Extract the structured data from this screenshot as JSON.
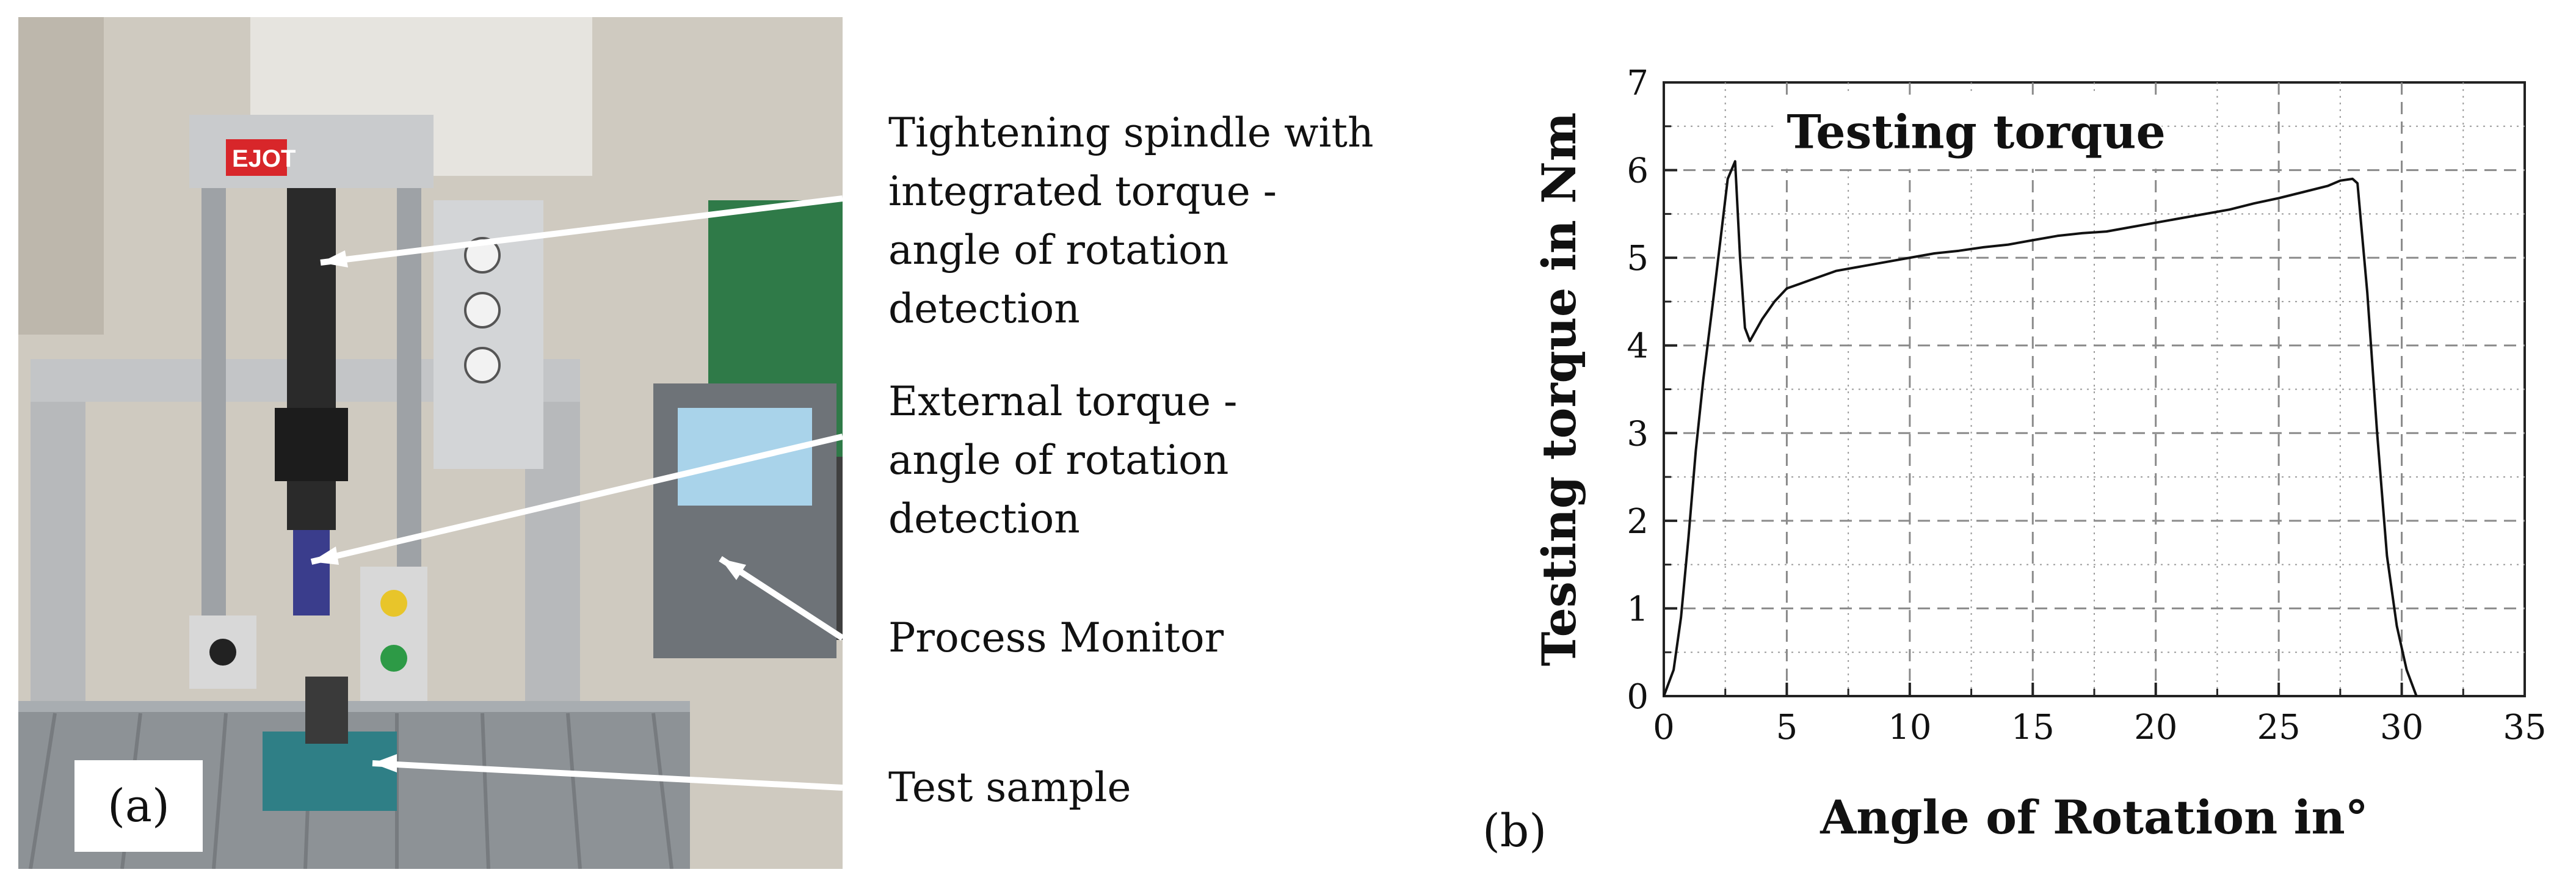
{
  "panel_a": {
    "tag": "(a)",
    "callouts": [
      {
        "lines": [
          "Tightening spindle with",
          "integrated torque -",
          "angle of rotation",
          "detection"
        ]
      },
      {
        "lines": [
          "External torque -",
          "angle of rotation",
          "detection"
        ]
      },
      {
        "lines": [
          "Process Monitor"
        ]
      },
      {
        "lines": [
          "Test sample"
        ]
      }
    ],
    "photo_logo": "EJOT"
  },
  "panel_b": {
    "tag": "(b)"
  },
  "chart_data": {
    "type": "line",
    "annotation": "Testing torque",
    "xlabel": "Angle of Rotation in°",
    "ylabel": "Testing torque in Nm",
    "xlim": [
      0,
      35
    ],
    "ylim": [
      0,
      7
    ],
    "xticks": [
      0,
      5,
      10,
      15,
      20,
      25,
      30,
      35
    ],
    "yticks": [
      0,
      1,
      2,
      3,
      4,
      5,
      6,
      7
    ],
    "grid": true,
    "series": [
      {
        "color": "#111111",
        "x": [
          0,
          0.4,
          0.7,
          1.0,
          1.3,
          1.6,
          2.0,
          2.3,
          2.6,
          2.9,
          3.1,
          3.3,
          3.5,
          4.0,
          4.5,
          5.0,
          5.5,
          6.0,
          7.0,
          8.0,
          9.0,
          10.0,
          11.0,
          12.0,
          13.0,
          14.0,
          15.0,
          16.0,
          17.0,
          18.0,
          19.0,
          20.0,
          21.0,
          22.0,
          23.0,
          24.0,
          25.0,
          26.0,
          27.0,
          27.5,
          28.0,
          28.2,
          28.6,
          29.0,
          29.4,
          29.8,
          30.2,
          30.6
        ],
        "y": [
          0,
          0.3,
          0.9,
          1.8,
          2.8,
          3.6,
          4.5,
          5.2,
          5.9,
          6.1,
          5.0,
          4.2,
          4.05,
          4.3,
          4.5,
          4.65,
          4.7,
          4.75,
          4.85,
          4.9,
          4.95,
          5.0,
          5.05,
          5.08,
          5.12,
          5.15,
          5.2,
          5.25,
          5.28,
          5.3,
          5.35,
          5.4,
          5.45,
          5.5,
          5.55,
          5.62,
          5.68,
          5.75,
          5.82,
          5.88,
          5.9,
          5.85,
          4.6,
          3.0,
          1.6,
          0.8,
          0.3,
          0
        ]
      }
    ]
  }
}
